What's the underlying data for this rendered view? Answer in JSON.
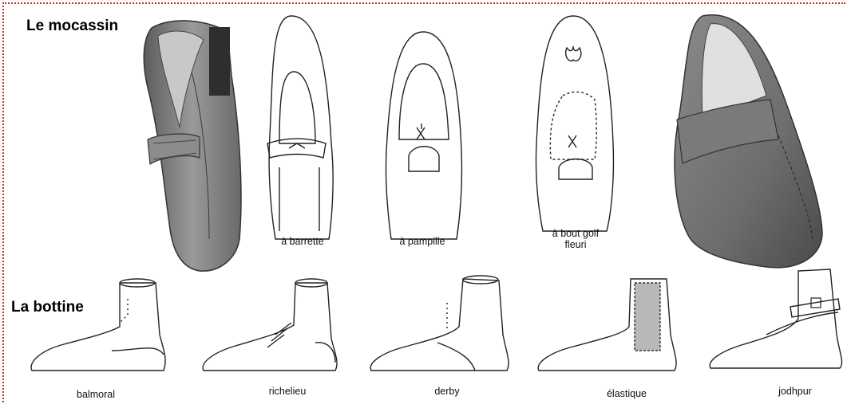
{
  "sections": {
    "moccasin_title": "Le mocassin",
    "bottine_title": "La bottine"
  },
  "moccasin_styles": [
    {
      "line1": "à barrette",
      "line2": ""
    },
    {
      "line1": "à pampille",
      "line2": ""
    },
    {
      "line1": "à bout golf",
      "line2": "fleuri"
    }
  ],
  "bottine_styles": [
    "balmoral",
    "richelieu",
    "derby",
    "élastique",
    "jodhpur"
  ]
}
